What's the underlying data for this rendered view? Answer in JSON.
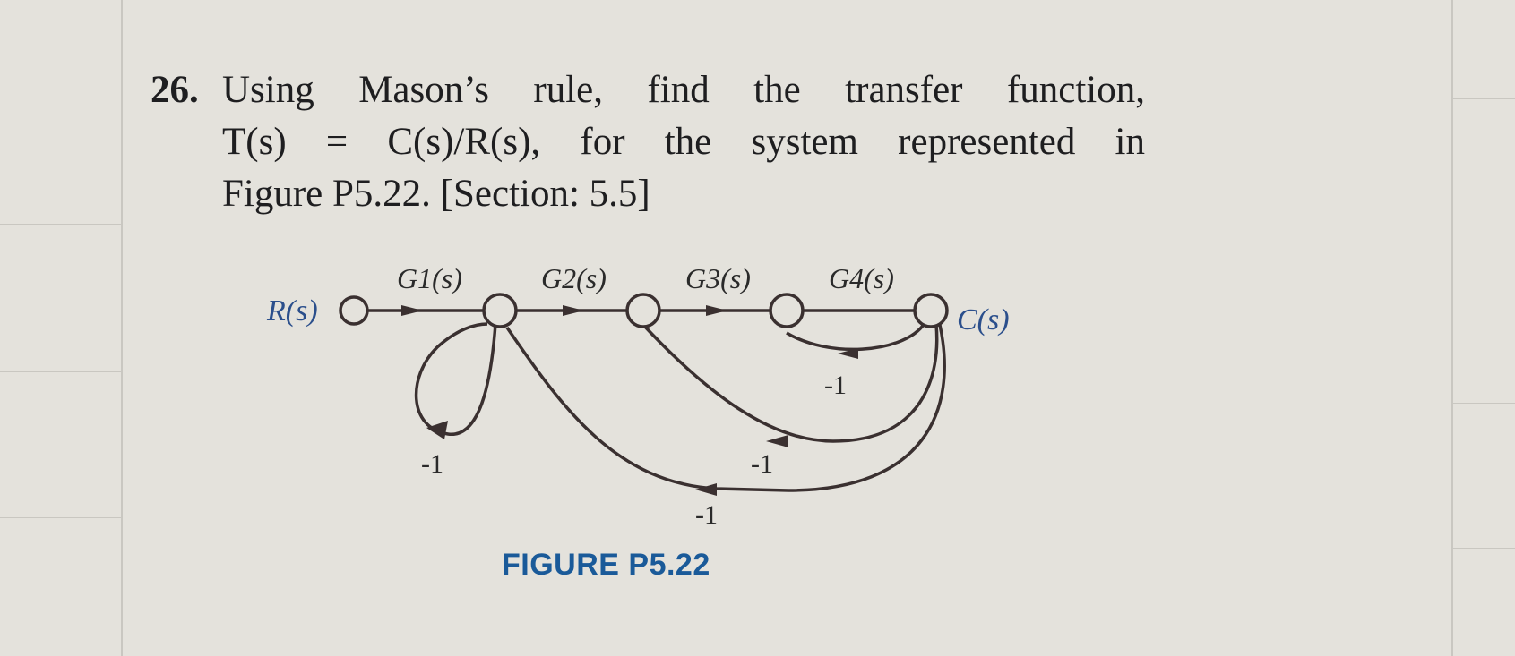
{
  "problem": {
    "number": "26.",
    "line1": "Using Mason’s rule, find the transfer function,",
    "line2": "T(s) = C(s)/R(s), for the system represented in",
    "line3": "Figure P5.22. [Section: 5.5]"
  },
  "diagram": {
    "input_label": "R(s)",
    "output_label": "C(s)",
    "branch_gains": [
      "G1(s)",
      "G2(s)",
      "G3(s)",
      "G4(s)"
    ],
    "feedback_gains": [
      "-1",
      "-1",
      "-1",
      "-1"
    ],
    "colors": {
      "line": "#3a3030",
      "node_label": "#2b4f8c",
      "gain_label": "#2a2a2a",
      "caption": "#1a5a99"
    }
  },
  "caption": "FIGURE P5.22"
}
